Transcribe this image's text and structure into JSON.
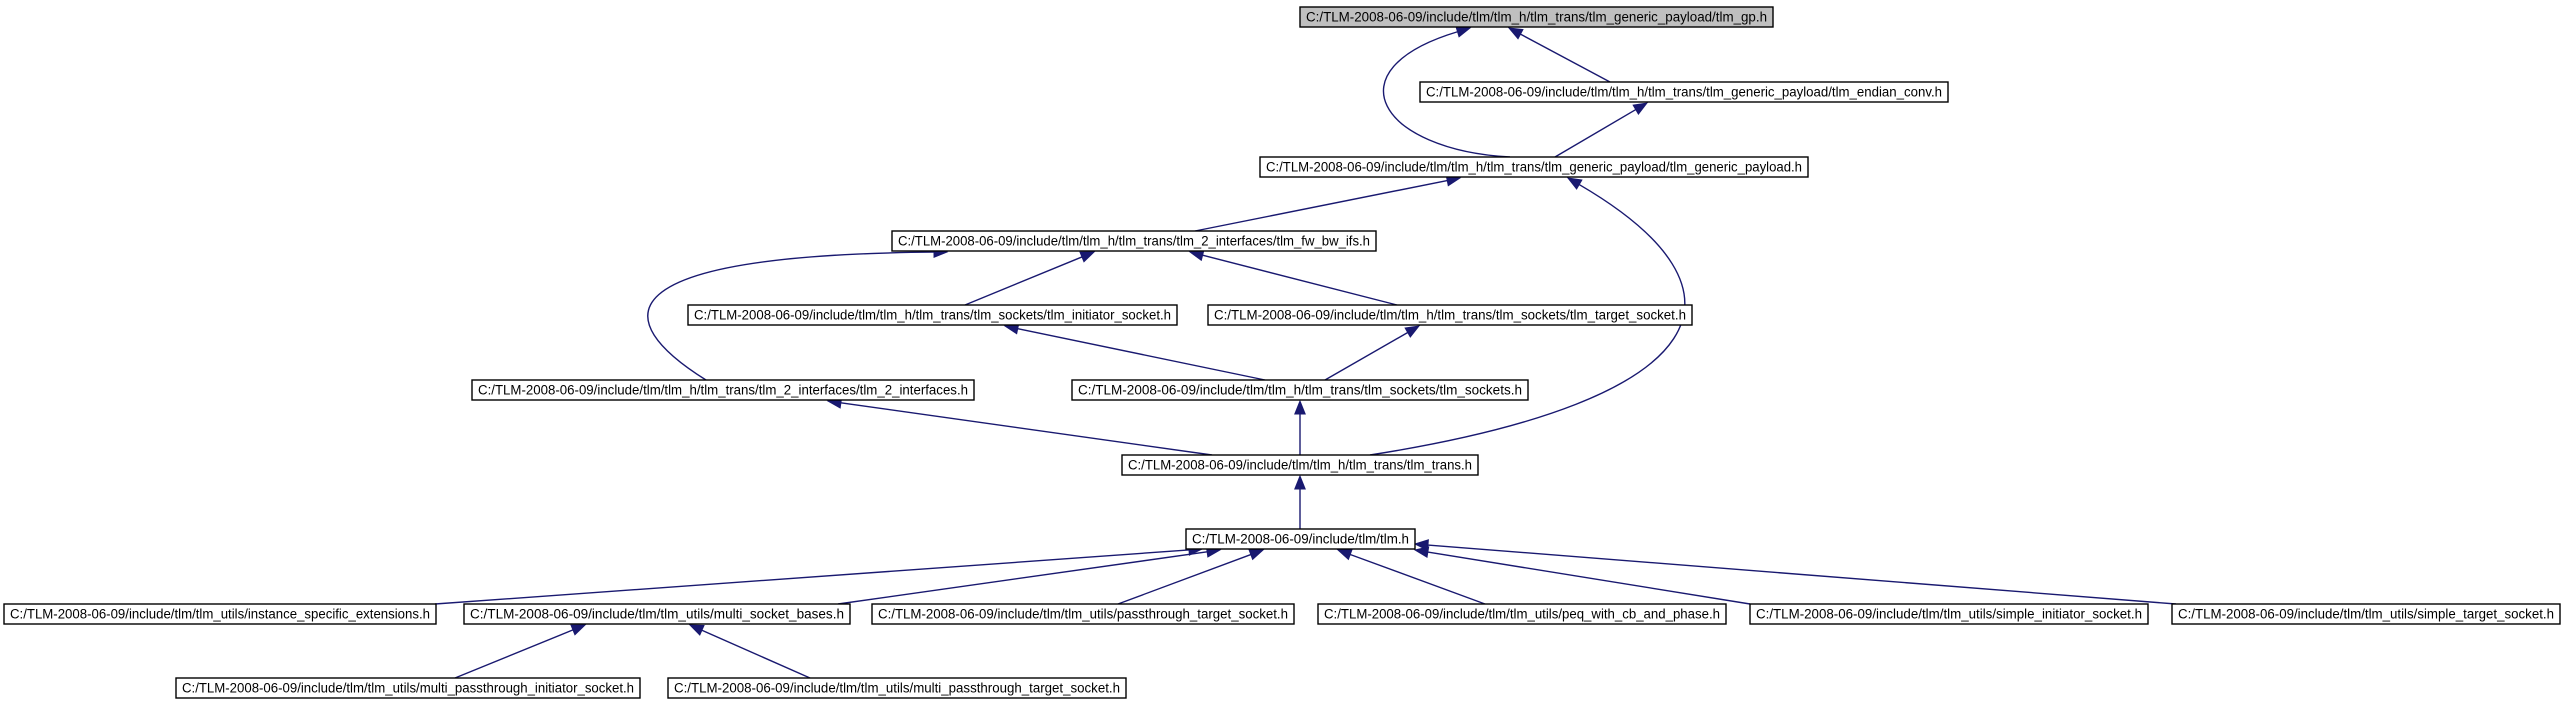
{
  "nodes": [
    {
      "id": "gp",
      "label": "C:/TLM-2008-06-09/include/tlm/tlm_h/tlm_trans/tlm_generic_payload/tlm_gp.h",
      "highlighted": true
    },
    {
      "id": "endian",
      "label": "C:/TLM-2008-06-09/include/tlm/tlm_h/tlm_trans/tlm_generic_payload/tlm_endian_conv.h"
    },
    {
      "id": "genpay",
      "label": "C:/TLM-2008-06-09/include/tlm/tlm_h/tlm_trans/tlm_generic_payload/tlm_generic_payload.h"
    },
    {
      "id": "fwbw",
      "label": "C:/TLM-2008-06-09/include/tlm/tlm_h/tlm_trans/tlm_2_interfaces/tlm_fw_bw_ifs.h"
    },
    {
      "id": "initsock",
      "label": "C:/TLM-2008-06-09/include/tlm/tlm_h/tlm_trans/tlm_sockets/tlm_initiator_socket.h"
    },
    {
      "id": "targsock",
      "label": "C:/TLM-2008-06-09/include/tlm/tlm_h/tlm_trans/tlm_sockets/tlm_target_socket.h"
    },
    {
      "id": "ifaces",
      "label": "C:/TLM-2008-06-09/include/tlm/tlm_h/tlm_trans/tlm_2_interfaces/tlm_2_interfaces.h"
    },
    {
      "id": "sockets",
      "label": "C:/TLM-2008-06-09/include/tlm/tlm_h/tlm_trans/tlm_sockets/tlm_sockets.h"
    },
    {
      "id": "trans",
      "label": "C:/TLM-2008-06-09/include/tlm/tlm_h/tlm_trans/tlm_trans.h"
    },
    {
      "id": "tlm",
      "label": "C:/TLM-2008-06-09/include/tlm/tlm.h"
    },
    {
      "id": "instext",
      "label": "C:/TLM-2008-06-09/include/tlm/tlm_utils/instance_specific_extensions.h"
    },
    {
      "id": "multibase",
      "label": "C:/TLM-2008-06-09/include/tlm/tlm_utils/multi_socket_bases.h"
    },
    {
      "id": "passtarg",
      "label": "C:/TLM-2008-06-09/include/tlm/tlm_utils/passthrough_target_socket.h"
    },
    {
      "id": "peq",
      "label": "C:/TLM-2008-06-09/include/tlm/tlm_utils/peq_with_cb_and_phase.h"
    },
    {
      "id": "siminit",
      "label": "C:/TLM-2008-06-09/include/tlm/tlm_utils/simple_initiator_socket.h"
    },
    {
      "id": "simtarg",
      "label": "C:/TLM-2008-06-09/include/tlm/tlm_utils/simple_target_socket.h"
    },
    {
      "id": "mpinit",
      "label": "C:/TLM-2008-06-09/include/tlm/tlm_utils/multi_passthrough_initiator_socket.h"
    },
    {
      "id": "mptarg",
      "label": "C:/TLM-2008-06-09/include/tlm/tlm_utils/multi_passthrough_target_socket.h"
    }
  ],
  "edges": [
    {
      "from": "endian",
      "to": "gp"
    },
    {
      "from": "genpay",
      "to": "gp"
    },
    {
      "from": "genpay",
      "to": "endian"
    },
    {
      "from": "fwbw",
      "to": "genpay"
    },
    {
      "from": "trans",
      "to": "genpay"
    },
    {
      "from": "initsock",
      "to": "fwbw"
    },
    {
      "from": "targsock",
      "to": "fwbw"
    },
    {
      "from": "ifaces",
      "to": "fwbw"
    },
    {
      "from": "sockets",
      "to": "initsock"
    },
    {
      "from": "sockets",
      "to": "targsock"
    },
    {
      "from": "trans",
      "to": "ifaces"
    },
    {
      "from": "trans",
      "to": "sockets"
    },
    {
      "from": "tlm",
      "to": "trans"
    },
    {
      "from": "instext",
      "to": "tlm"
    },
    {
      "from": "multibase",
      "to": "tlm"
    },
    {
      "from": "passtarg",
      "to": "tlm"
    },
    {
      "from": "peq",
      "to": "tlm"
    },
    {
      "from": "siminit",
      "to": "tlm"
    },
    {
      "from": "simtarg",
      "to": "tlm"
    },
    {
      "from": "mpinit",
      "to": "multibase"
    },
    {
      "from": "mptarg",
      "to": "multibase"
    }
  ],
  "colors": {
    "node_fill": "#ffffff",
    "node_fill_highlight": "#bfbfbf",
    "node_border": "#000000",
    "edge": "#191970"
  }
}
